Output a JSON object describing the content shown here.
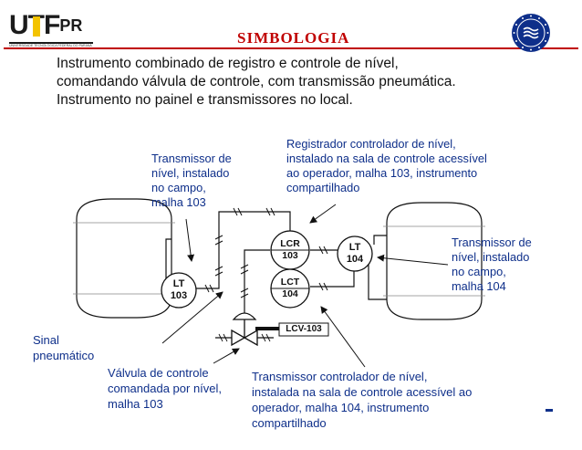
{
  "header": {
    "logo": "UTFPR",
    "logo_sub": "UNIVERSIDADE TECNOLÓGICA FEDERAL DO PARANÁ",
    "title": "SIMBOLOGIA"
  },
  "intro_lines": [
    "Instrumento combinado de registro e controle de nível,",
    "comandando válvula de controle, com transmissão pneumática.",
    "Instrumento no painel e transmissores no local."
  ],
  "notes": {
    "lt103": [
      "Transmissor de",
      "nível, instalado",
      "no campo,",
      "malha 103"
    ],
    "lcr103": [
      "Registrador controlador de nível,",
      "instalado na sala de controle acessível",
      "ao operador, malha 103, instrumento",
      "compartilhado"
    ],
    "lt104": [
      "Transmissor de",
      "nível, instalado",
      "no campo,",
      "malha 104"
    ],
    "signal": [
      "Sinal",
      "pneumático"
    ],
    "valve": [
      "Válvula de controle",
      "comandada por nível,",
      "malha 103"
    ],
    "lct104": [
      "Transmissor controlador de nível,",
      "instalada na sala de controle acessível ao",
      "operador, malha 104, instrumento",
      "compartilhado"
    ]
  },
  "instruments": {
    "lt103": {
      "tag": "LT",
      "loop": "103"
    },
    "lcr103": {
      "tag": "LCR",
      "loop": "103"
    },
    "lct104": {
      "tag": "LCT",
      "loop": "104"
    },
    "lt104": {
      "tag": "LT",
      "loop": "104"
    },
    "lcv": "LCV-103"
  }
}
